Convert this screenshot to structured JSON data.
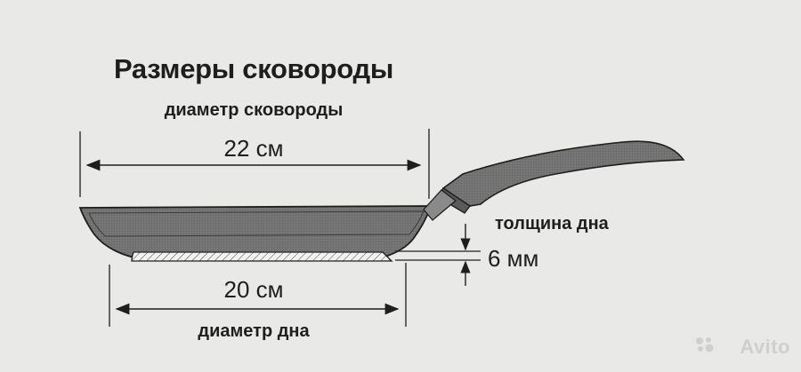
{
  "title": "Размеры сковороды",
  "top_diameter": {
    "label": "диаметр сковороды",
    "value": "22 см"
  },
  "bottom_diameter": {
    "label": "диаметр дна",
    "value": "20 см"
  },
  "bottom_thickness": {
    "label": "толщина дна",
    "value": "6 мм"
  },
  "watermark": "Avito",
  "colors": {
    "background": "#e9e9e7",
    "ink": "#1e1e1e",
    "pan_fill": "#6f6f6f",
    "watermark": "#cfcfcd"
  }
}
